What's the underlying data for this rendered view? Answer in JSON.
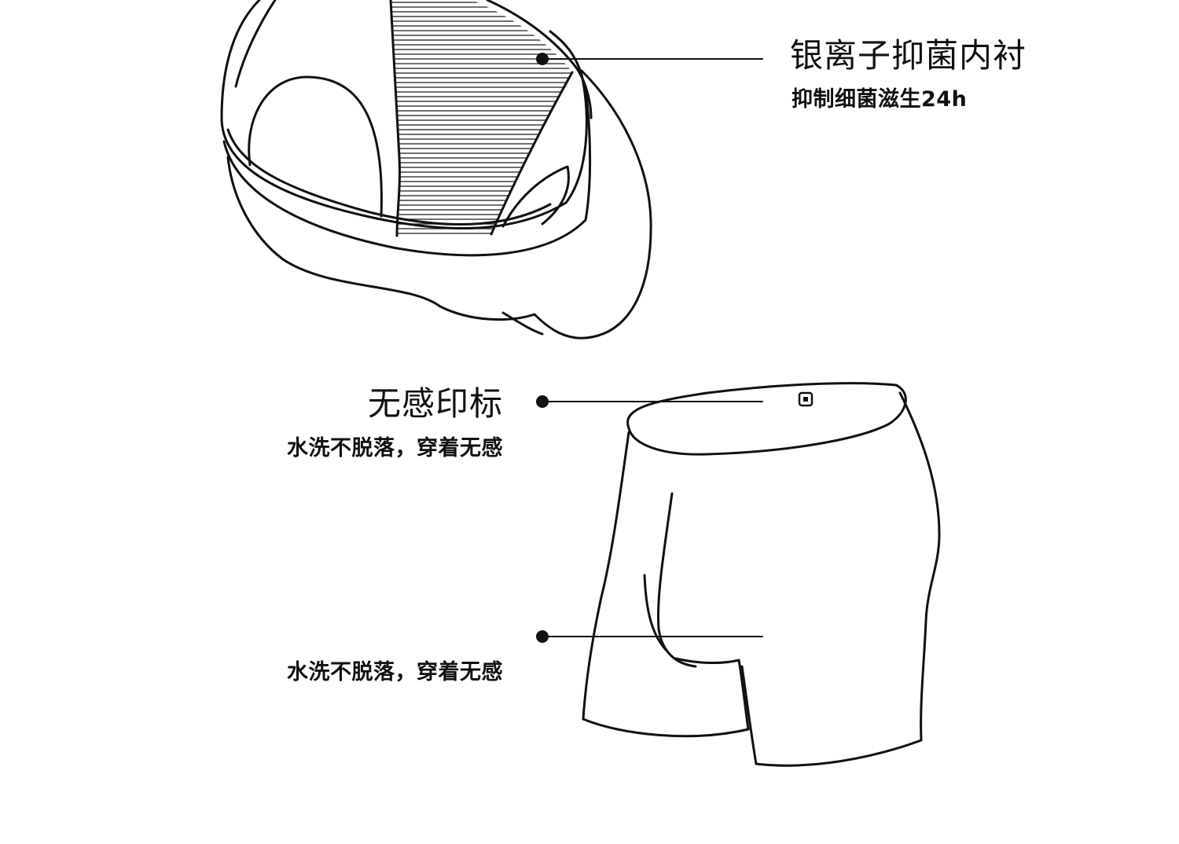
{
  "callouts": {
    "lining": {
      "title": "银离子抑菌内衬",
      "subtitle": "抑制细菌滋生24h"
    },
    "label": {
      "title": "无感印标",
      "subtitle": "水洗不脱落，穿着无感"
    },
    "crotch": {
      "subtitle": "水洗不脱落，穿着无感"
    }
  },
  "colors": {
    "line": "#111111",
    "background": "#ffffff"
  }
}
